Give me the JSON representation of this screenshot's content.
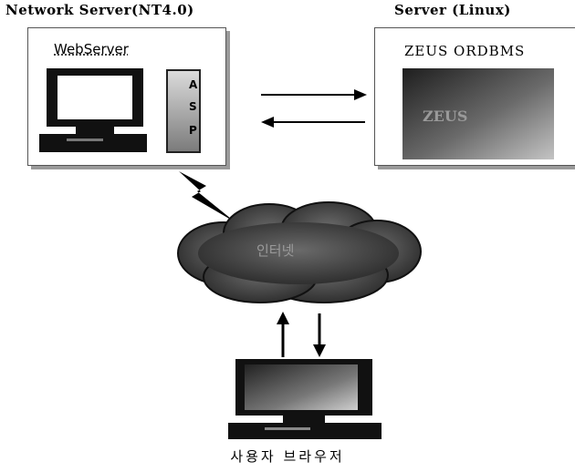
{
  "titles": {
    "left": "Network Server(NT4.0)",
    "right": "Server (Linux)"
  },
  "boxes": {
    "webserver_label": "WebServer",
    "asp_letters": [
      "A",
      "S",
      "P"
    ],
    "zeus_label": "ZEUS ORDBMS",
    "zeus_panel_text": "ZEUS"
  },
  "cloud_text": "인터넷",
  "caption": "사용자 브라우저",
  "colors": {
    "cloud": "#3a3a3a",
    "monitor": "#111111",
    "panel_gradient_start": "#2a2a2a",
    "panel_gradient_end": "#b0b0b0"
  },
  "icons": [
    "server-monitor-icon",
    "asp-tower-icon",
    "database-panel-icon",
    "lightning-icon",
    "internet-cloud-icon",
    "client-monitor-icon"
  ]
}
